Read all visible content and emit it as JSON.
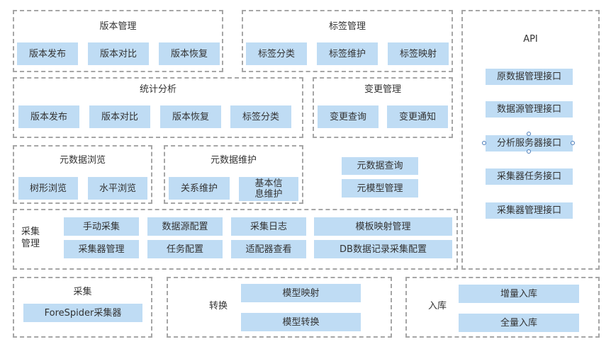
{
  "version": {
    "title": "版本管理",
    "items": [
      "版本发布",
      "版本对比",
      "版本恢复"
    ]
  },
  "tags": {
    "title": "标签管理",
    "items": [
      "标签分类",
      "标签维护",
      "标签映射"
    ]
  },
  "stats": {
    "title": "统计分析",
    "items": [
      "版本发布",
      "版本对比",
      "版本恢复",
      "标签分类"
    ]
  },
  "change": {
    "title": "变更管理",
    "items": [
      "变更查询",
      "变更通知"
    ]
  },
  "browse": {
    "title": "元数据浏览",
    "items": [
      "树形浏览",
      "水平浏览"
    ]
  },
  "maintain": {
    "title": "元数据维护",
    "items": [
      "关系维护",
      "基本信息维护"
    ]
  },
  "standalone": {
    "items": [
      "元数据查询",
      "元模型管理"
    ]
  },
  "collect_mgmt": {
    "title": "采集管理",
    "row1": [
      "手动采集",
      "数据源配置",
      "采集日志",
      "模板映射管理"
    ],
    "row2": [
      "采集器管理",
      "任务配置",
      "适配器查看",
      "DB数据记录采集配置"
    ]
  },
  "api": {
    "title": "API",
    "items": [
      "原数据管理接口",
      "数据源管理接口",
      "分析服务器接口",
      "采集器任务接口",
      "采集器管理接口"
    ]
  },
  "collect": {
    "title": "采集",
    "items": [
      "ForeSpider采集器"
    ]
  },
  "convert": {
    "title": "转换",
    "items": [
      "模型映射",
      "模型转换"
    ]
  },
  "store": {
    "title": "入库",
    "items": [
      "增量入库",
      "全量入库"
    ]
  },
  "colors": {
    "box_fill": "#bfdcf4",
    "border": "#a6a6a6",
    "text": "#333333"
  }
}
